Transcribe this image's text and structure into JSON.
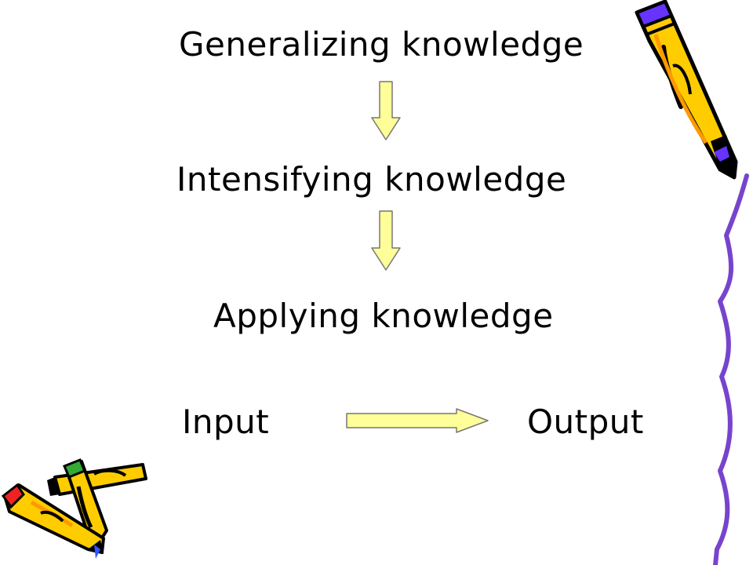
{
  "steps": [
    {
      "label": "Generalizing knowledge"
    },
    {
      "label": "Intensifying knowledge"
    },
    {
      "label": "Applying knowledge"
    }
  ],
  "flow": {
    "input_label": "Input",
    "output_label": "Output"
  },
  "colors": {
    "arrow_fill": "#FFFF99",
    "arrow_stroke": "#777777",
    "pencil_body": "#FFCC00",
    "pencil_outline": "#000000",
    "pencil_stripe": "#FF9900",
    "pencil_eraser_purple": "#6633FF",
    "pencil_eraser_green": "#33AA33",
    "pencil_eraser_red": "#EE2222",
    "squiggle": "#7744CC"
  },
  "icons": [
    "pencil-icon",
    "pencil-bundle-icon",
    "purple-squiggle-line"
  ]
}
